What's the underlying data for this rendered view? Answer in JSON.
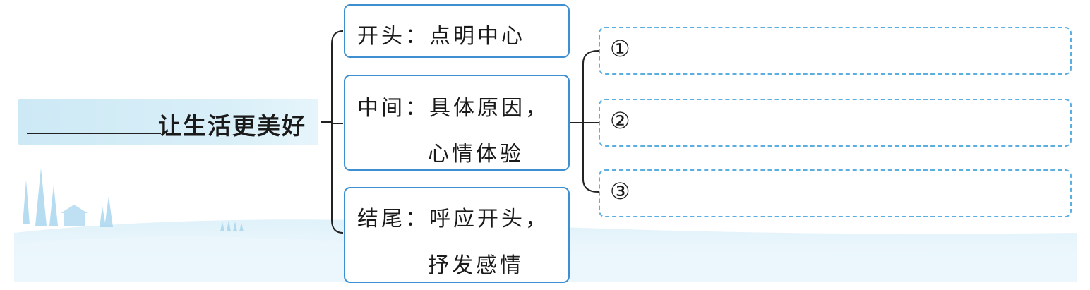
{
  "topic": {
    "text": "让生活更美好"
  },
  "branches": [
    {
      "label": "开头",
      "sep": "：",
      "line1": "点明中心",
      "line2": ""
    },
    {
      "label": "中间",
      "sep": "：",
      "line1": "具体原因，",
      "line2": "心情体验"
    },
    {
      "label": "结尾",
      "sep": "：",
      "line1": "呼应开头，",
      "line2": "抒发感情"
    }
  ],
  "answers": [
    {
      "num": "①"
    },
    {
      "num": "②"
    },
    {
      "num": "③"
    }
  ],
  "colors": {
    "box_border": "#3d8fd1",
    "dashed_border": "#5aaee0",
    "topic_bg": "#cde9f5",
    "connector": "#222222"
  }
}
